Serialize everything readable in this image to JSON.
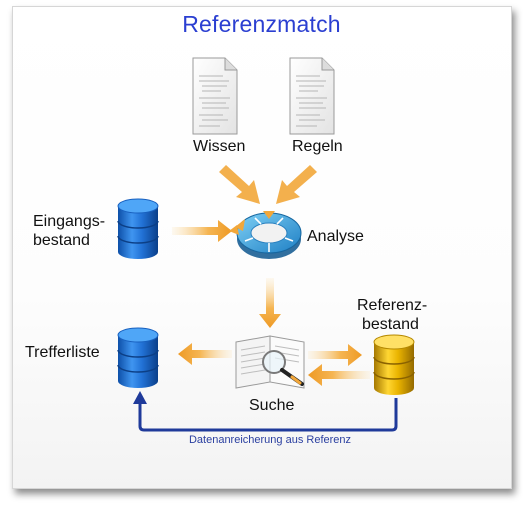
{
  "diagram": {
    "title": "Referenzmatch",
    "documents": {
      "left_label": "Wissen",
      "right_label": "Regeln"
    },
    "input": {
      "label_line1": "Eingangs-",
      "label_line2": "bestand"
    },
    "analysis": {
      "label": "Analyse"
    },
    "reference": {
      "label_line1": "Referenz-",
      "label_line2": "bestand"
    },
    "results": {
      "label": "Trefferliste"
    },
    "search": {
      "label": "Suche"
    },
    "enrichment": {
      "label": "Datenanreicherung aus Referenz"
    }
  },
  "colors": {
    "title": "#2b3fd1",
    "arrow_orange": "#f2a73a",
    "database_blue": "#1f6fd0",
    "database_gold": "#e7b300",
    "enrichment_line": "#1f3a9a"
  },
  "icons": {
    "documents": "document-icon",
    "input": "database-icon",
    "results": "database-icon",
    "reference": "database-icon",
    "analysis": "cycle-icon",
    "search": "magnifier-icon"
  }
}
